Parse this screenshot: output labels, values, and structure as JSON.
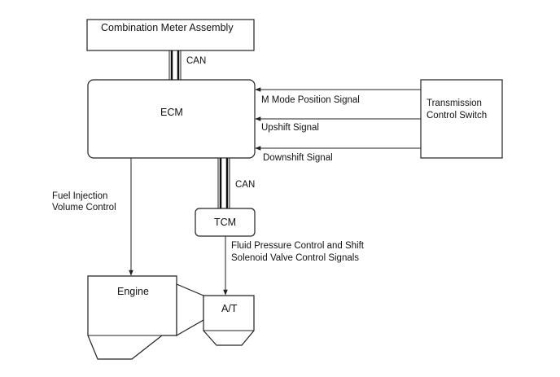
{
  "diagram": {
    "boxes": {
      "combination_meter": "Combination Meter Assembly",
      "ecm": "ECM",
      "transmission_switch_line1": "Transmission",
      "transmission_switch_line2": "Control Switch",
      "tcm": "TCM",
      "engine": "Engine",
      "at": "A/T"
    },
    "labels": {
      "can_top": "CAN",
      "can_bottom": "CAN",
      "m_mode": "M Mode Position Signal",
      "upshift": "Upshift Signal",
      "downshift": "Downshift Signal",
      "fuel_line1": "Fuel Injection",
      "fuel_line2": "Volume Control",
      "fluid_line1": "Fluid Pressure Control and Shift",
      "fluid_line2": "Solenoid Valve Control Signals"
    }
  }
}
